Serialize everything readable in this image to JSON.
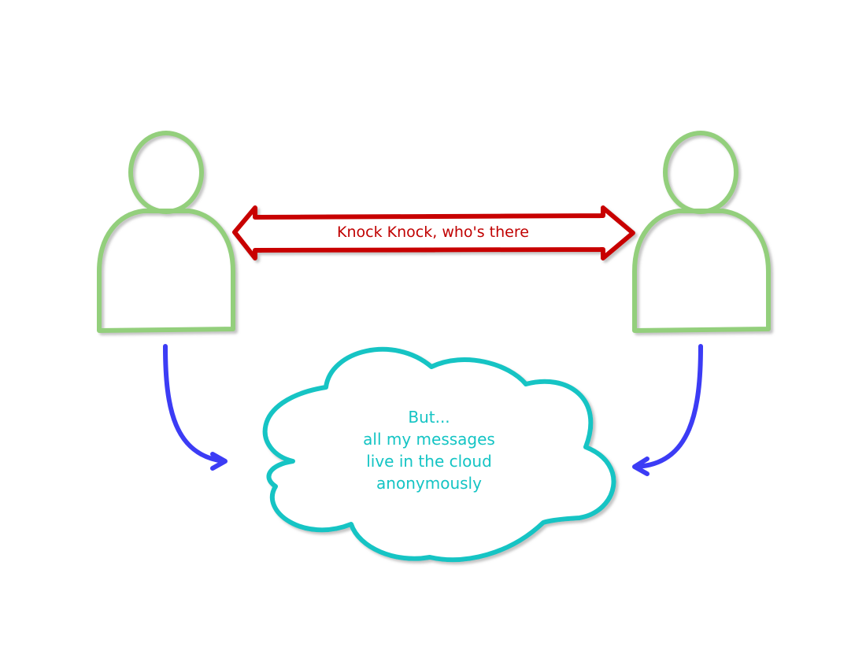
{
  "colors": {
    "person_outline": "#93cf7b",
    "double_arrow": "#c80000",
    "curved_arrow": "#3c3cf5",
    "cloud_outline": "#14c4c4",
    "shadow": "#cfcfcf"
  },
  "double_arrow": {
    "label": "Knock Knock, who's there"
  },
  "cloud": {
    "lines": [
      "But...",
      "all my messages",
      "live in the cloud",
      "anonymously"
    ]
  }
}
